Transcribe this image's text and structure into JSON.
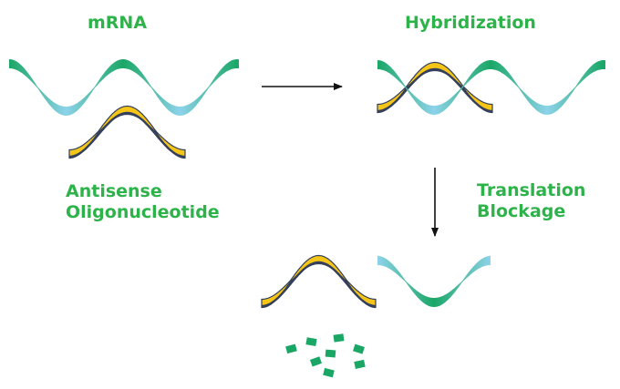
{
  "labels": {
    "mrna": "mRNA",
    "hybridization": "Hybridization",
    "antisense_line1": "Antisense",
    "antisense_line2": "Oligonucleotide",
    "translation_line1": "Translation",
    "translation_line2": "Blockage"
  },
  "colors": {
    "label_green": "#2db34a",
    "mrna_green": "#1aa766",
    "mrna_blue": "#8dd3ea",
    "oligo_yellow": "#f5c518",
    "oligo_dark": "#34405a",
    "arrow": "#111111"
  },
  "icons": {
    "arrow_right": "arrow-right-icon",
    "arrow_down": "arrow-down-icon",
    "fragments": "protein-fragment-icon"
  }
}
